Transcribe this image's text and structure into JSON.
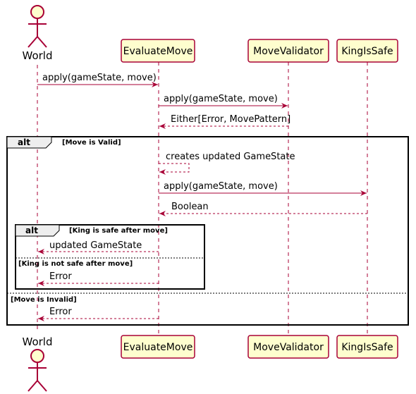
{
  "participants": {
    "world": "World",
    "evaluate_move": "EvaluateMove",
    "move_validator": "MoveValidator",
    "king_is_safe": "KingIsSafe"
  },
  "messages": {
    "m1": "apply(gameState, move)",
    "m2": "apply(gameState, move)",
    "m3": "Either[Error, MovePattern]",
    "m4": "creates updated GameState",
    "m5": "apply(gameState, move)",
    "m6": "Boolean",
    "m7": "updated GameState",
    "m8": "Error",
    "m9": "Error"
  },
  "fragments": {
    "outer": {
      "operator": "alt",
      "guard_valid": "[Move is Valid]",
      "guard_invalid": "[Move is Invalid]"
    },
    "inner": {
      "operator": "alt",
      "guard_safe": "[King is safe after move]",
      "guard_unsafe": "[King is not safe after move]"
    }
  },
  "colors": {
    "participant_fill": "#fefece",
    "participant_border": "#a80036",
    "arrow": "#a80036",
    "frame_border": "#000000",
    "frame_tag_fill": "#eeeeee",
    "background": "#ffffff"
  }
}
